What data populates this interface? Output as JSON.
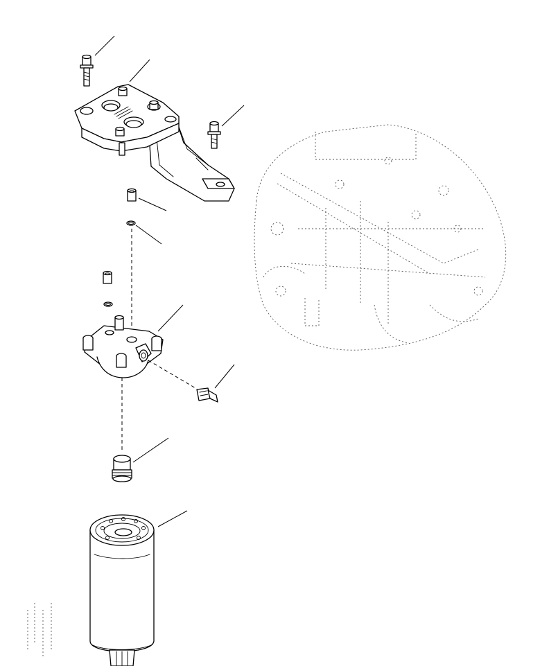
{
  "diagram": {
    "kind": "exploded parts view",
    "parts": [
      {
        "id": "bolt-top",
        "icon": "bolt-icon"
      },
      {
        "id": "mounting-bracket",
        "icon": "bracket-icon"
      },
      {
        "id": "bolt-right",
        "icon": "bolt-icon"
      },
      {
        "id": "plug-upper",
        "icon": "plug-icon"
      },
      {
        "id": "o-ring-upper",
        "icon": "o-ring-icon"
      },
      {
        "id": "plug-left",
        "icon": "plug-icon"
      },
      {
        "id": "o-ring-left",
        "icon": "o-ring-icon"
      },
      {
        "id": "filter-head",
        "icon": "filter-head-icon"
      },
      {
        "id": "sensor-fitting",
        "icon": "sensor-icon"
      },
      {
        "id": "adapter-nipple",
        "icon": "nipple-icon"
      },
      {
        "id": "fuel-filter-cartridge",
        "icon": "filter-cartridge-icon"
      },
      {
        "id": "engine-reference",
        "icon": "engine-ghost-icon"
      }
    ]
  }
}
